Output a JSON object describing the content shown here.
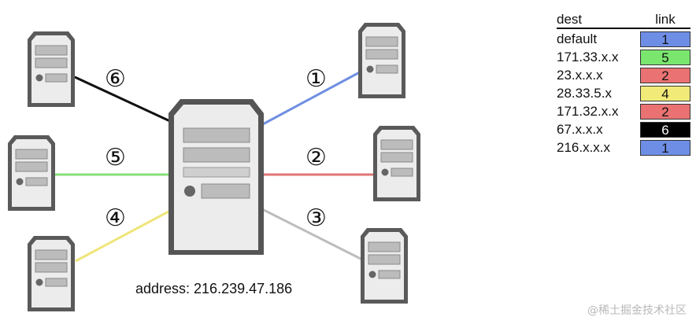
{
  "diagram": {
    "router_address": "address: 216.239.47.186",
    "links": [
      {
        "label": "①",
        "color": "#6f8fe0"
      },
      {
        "label": "②",
        "color": "#e07575"
      },
      {
        "label": "③",
        "color": "#bdbdbd"
      },
      {
        "label": "④",
        "color": "#efe57a"
      },
      {
        "label": "⑤",
        "color": "#86e07a"
      },
      {
        "label": "⑥",
        "color": "#111111"
      }
    ]
  },
  "routing_table": {
    "header_dest": "dest",
    "header_link": "link",
    "rows": [
      {
        "dest": "default",
        "link": "1",
        "color": "#6e8ee6"
      },
      {
        "dest": "171.33.x.x",
        "link": "5",
        "color": "#7ae66e"
      },
      {
        "dest": "23.x.x.x",
        "link": "2",
        "color": "#ea7272"
      },
      {
        "dest": "28.33.5.x",
        "link": "4",
        "color": "#f1ea78"
      },
      {
        "dest": "171.32.x.x",
        "link": "2",
        "color": "#ea7272"
      },
      {
        "dest": "67.x.x.x",
        "link": "6",
        "color": "#000000"
      },
      {
        "dest": "216.x.x.x",
        "link": "1",
        "color": "#6e8ee6"
      }
    ]
  },
  "watermark": "@稀土掘金技术社区"
}
